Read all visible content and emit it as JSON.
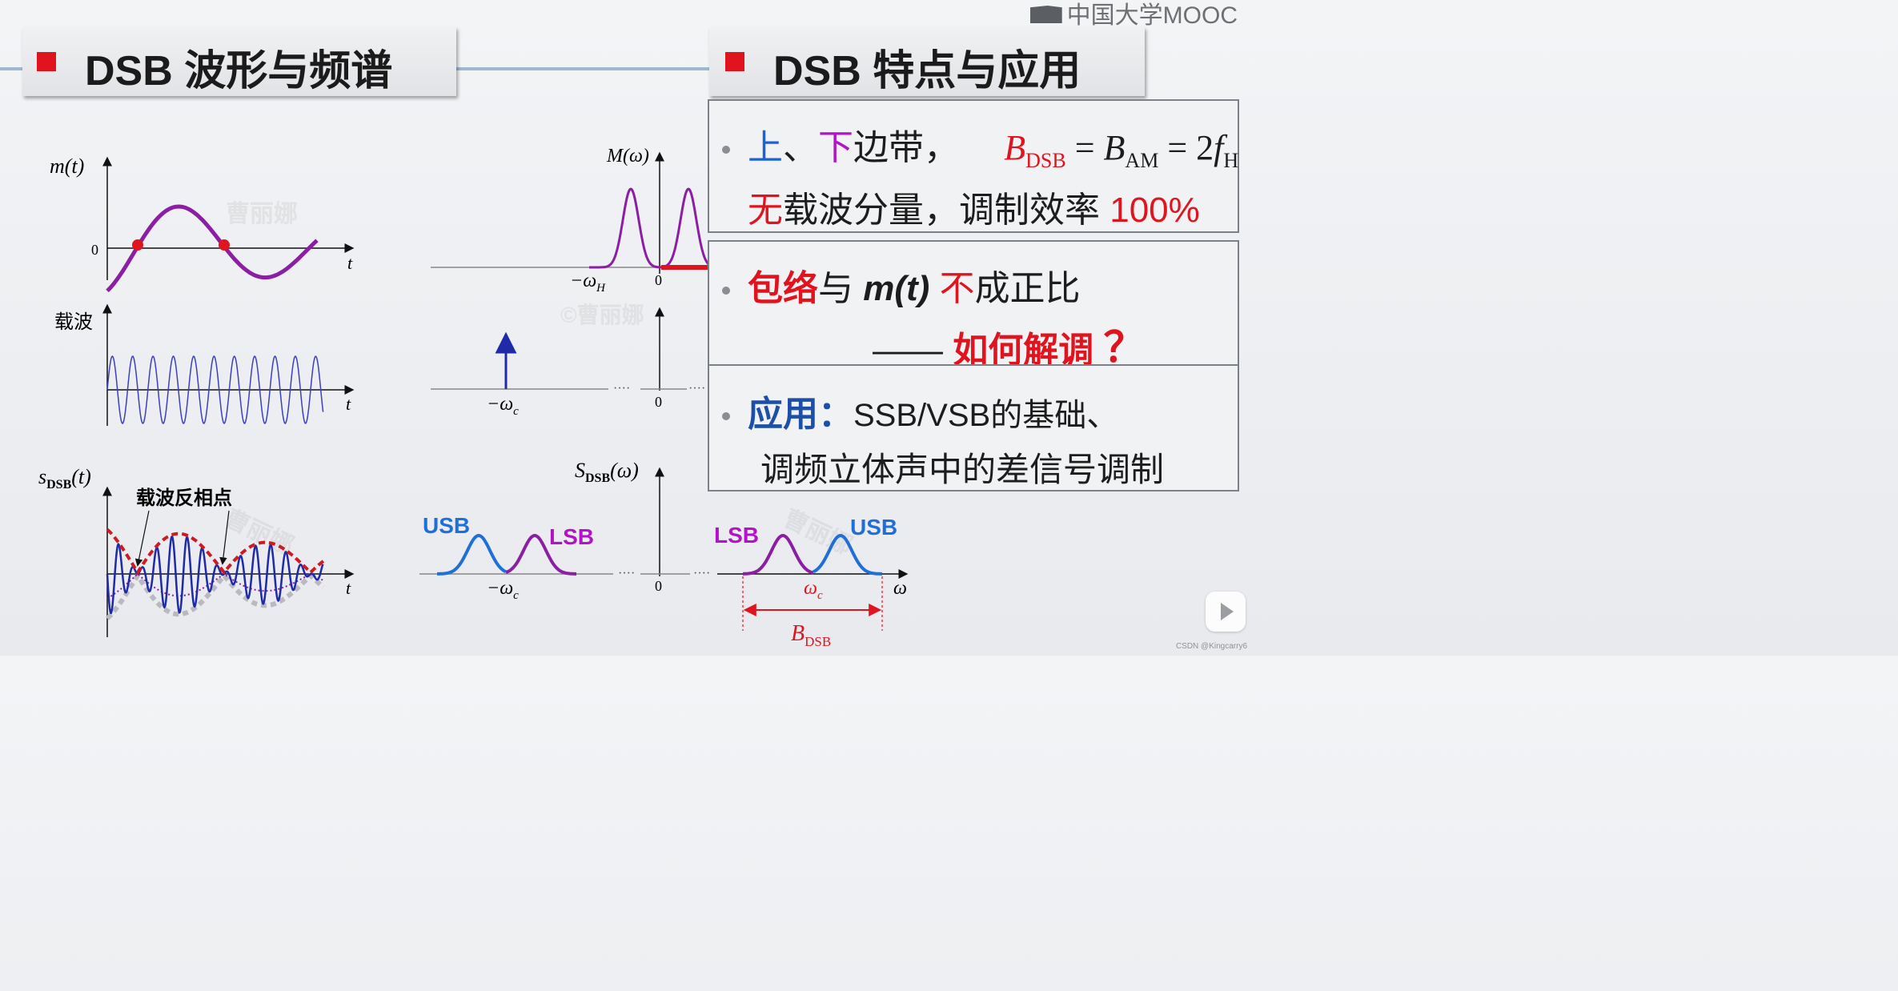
{
  "left_header": {
    "title": "DSB 波形与频谱"
  },
  "right_header": {
    "title": "DSB 特点与应用"
  },
  "logo": {
    "text": "中国大学MOOC"
  },
  "watermark": {
    "text": "©曹丽娜",
    "name": "曹丽娜"
  },
  "credit": "CSDN @Kingcarry6",
  "colors": {
    "accent_red": "#e0141e",
    "blue": "#1a63d6",
    "magenta": "#b313c7",
    "purple": "#8b1fa3",
    "navy": "#1f2aa8"
  },
  "box1": {
    "upper": "上",
    "sep": "、",
    "lower": "下",
    "sideband": "边带，",
    "formula": {
      "b": "B",
      "dsb_sub": "DSB",
      "eq1": " = ",
      "b2": "B",
      "am_sub": "AM",
      "eq2": " = 2",
      "f": "f",
      "h_sub": "H"
    },
    "no": "无",
    "carrier_text": "载波分量，调制效率 ",
    "efficiency": "100%"
  },
  "box2": {
    "envelope": "包络",
    "and": "与 ",
    "mt": "m(t)",
    "not": " 不",
    "prop": "成正比",
    "dash": "——",
    "how": "如何解调",
    "q": "？"
  },
  "box3": {
    "apply": "应用：",
    "text1": "SSB/VSB的基础、",
    "text2": "调频立体声中的差信号调制"
  },
  "waveforms": {
    "m_label": "m(t)",
    "zero": "0",
    "t": "t",
    "carrier_label": "载波",
    "s_label": "s",
    "s_sub": "DSB",
    "s_arg": "(t)",
    "reversal_label": "载波反相点"
  },
  "spectra": {
    "M_label": "M(ω)",
    "neg_wH": "−ω",
    "wH_sub": "H",
    "zero": "0",
    "neg_wc": "−ω",
    "wc_sub": "c",
    "wc": "ω",
    "dots": "····",
    "S_label": "S",
    "S_sub": "DSB",
    "S_arg": "(ω)",
    "usb": "USB",
    "lsb": "LSB",
    "omega": "ω",
    "bw": "B",
    "bw_sub": "DSB"
  }
}
